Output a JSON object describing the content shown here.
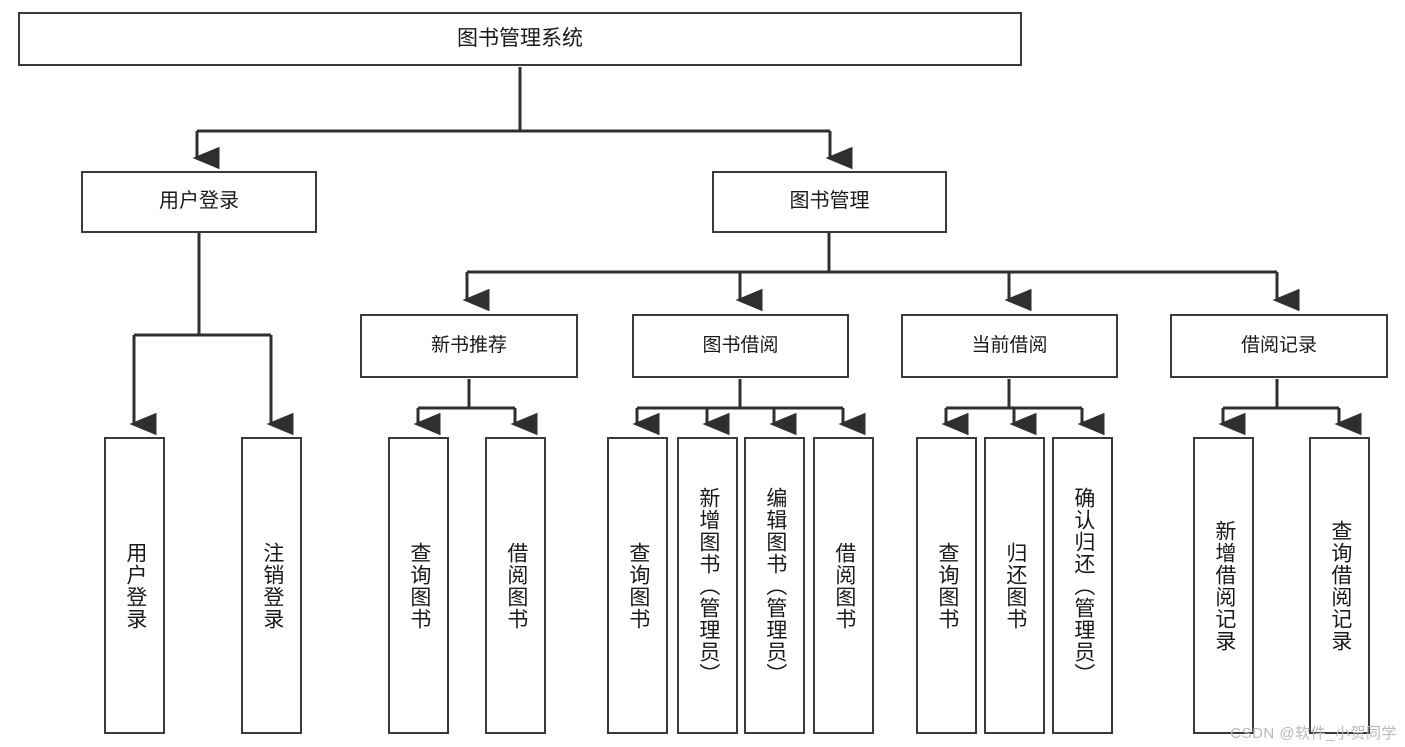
{
  "diagram": {
    "type": "tree",
    "title": "图书管理系统",
    "watermark": "CSDN @软件_小贺同学",
    "colors": {
      "background": "#ffffff",
      "box_border": "#3a3a3a",
      "box_fill": "#ffffff",
      "connector": "#2f2f2f",
      "text": "#1a1a1a",
      "watermark": "#b9b9b9"
    },
    "nodes": {
      "root": {
        "label": "图书管理系统",
        "level": 0
      },
      "l1": [
        {
          "id": "user-login",
          "label": "用户登录",
          "level": 1
        },
        {
          "id": "book-manage",
          "label": "图书管理",
          "level": 1
        }
      ],
      "l2": [
        {
          "id": "new-book-recommend",
          "label": "新书推荐",
          "level": 2,
          "parent": "book-manage"
        },
        {
          "id": "book-borrow",
          "label": "图书借阅",
          "level": 2,
          "parent": "book-manage"
        },
        {
          "id": "current-borrow",
          "label": "当前借阅",
          "level": 2,
          "parent": "book-manage"
        },
        {
          "id": "borrow-record",
          "label": "借阅记录",
          "level": 2,
          "parent": "book-manage"
        }
      ],
      "leaves": [
        {
          "id": "leaf-user-login",
          "label": "用户登录",
          "parent": "user-login"
        },
        {
          "id": "leaf-logout-login",
          "label": "注销登录",
          "parent": "user-login"
        },
        {
          "id": "leaf-query-book-1",
          "label": "查询图书",
          "parent": "new-book-recommend"
        },
        {
          "id": "leaf-borrow-book-1",
          "label": "借阅图书",
          "parent": "new-book-recommend"
        },
        {
          "id": "leaf-query-book-2",
          "label": "查询图书",
          "parent": "book-borrow"
        },
        {
          "id": "leaf-add-book",
          "label": "新增图书（管理员）",
          "parent": "book-borrow"
        },
        {
          "id": "leaf-edit-book",
          "label": "编辑图书（管理员）",
          "parent": "book-borrow"
        },
        {
          "id": "leaf-borrow-book-2",
          "label": "借阅图书",
          "parent": "book-borrow"
        },
        {
          "id": "leaf-query-book-3",
          "label": "查询图书",
          "parent": "current-borrow"
        },
        {
          "id": "leaf-return-book",
          "label": "归还图书",
          "parent": "current-borrow"
        },
        {
          "id": "leaf-confirm-return",
          "label": "确认归还（管理员）",
          "parent": "current-borrow"
        },
        {
          "id": "leaf-add-record",
          "label": "新增借阅记录",
          "parent": "borrow-record"
        },
        {
          "id": "leaf-query-record",
          "label": "查询借阅记录",
          "parent": "borrow-record"
        }
      ]
    }
  }
}
